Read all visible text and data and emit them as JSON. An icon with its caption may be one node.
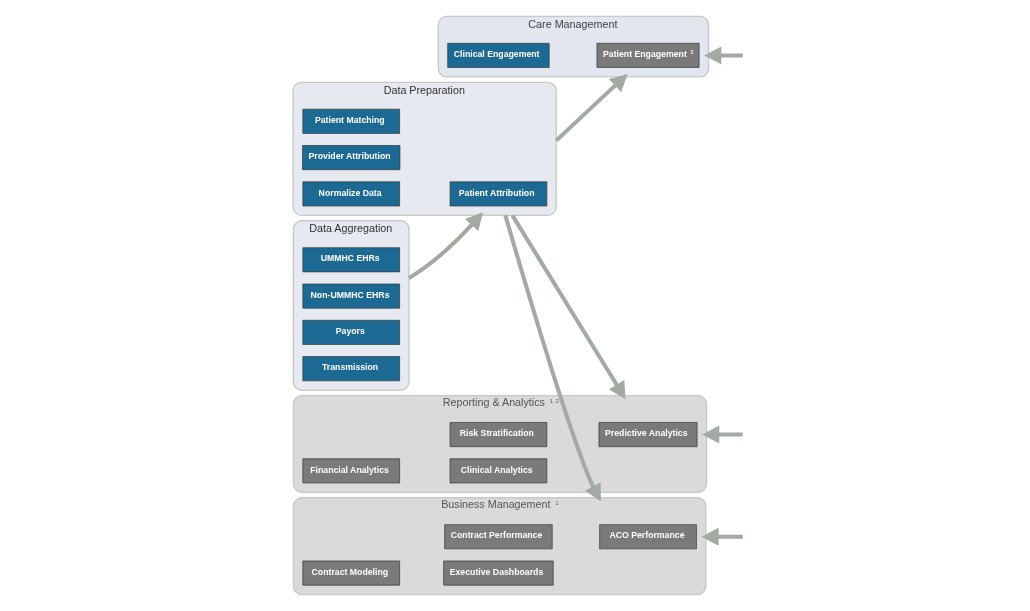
{
  "diagram": {
    "nodes": [
      {
        "text": [
          "Data Aggregation"
        ]
      },
      {
        "text": [
          "UMMHC EHRs"
        ],
        "in": 0
      },
      {
        "text": [
          "Non-UMMHC EHRs"
        ],
        "in": 0
      },
      {
        "text": [
          "Payors"
        ],
        "in": 0
      },
      {
        "text": [
          "Transmission"
        ],
        "in": 0
      },
      {
        "text": [
          "Data Preparation"
        ]
      },
      {
        "text": [
          "Patient Matching"
        ],
        "in": 5
      },
      {
        "text": [
          "Patient Attribution"
        ],
        "in": 5
      },
      {
        "text": [
          "Provider Attribution"
        ],
        "in": 5
      },
      {
        "text": [
          "Normalize Data"
        ],
        "in": 5
      },
      {
        "text": [
          "Care Management"
        ]
      },
      {
        "text": [
          "Clinical Engagement"
        ],
        "in": 10
      },
      {
        "text": [
          "Patient Engagement$^{1}$"
        ],
        "in": 10
      },
      {
        "text": [
          "Reporting & Analytics $^{1, 2}$"
        ]
      },
      {
        "text": [
          "Risk Stratification"
        ],
        "in": 13
      },
      {
        "text": [
          "Predictive Analytics"
        ],
        "in": 13
      },
      {
        "text": [
          "Financial Analytics"
        ],
        "in": 13
      },
      {
        "text": [
          "Clinical Analytics"
        ],
        "in": 13
      },
      {
        "text": [
          "Business Management $^{1}$"
        ]
      },
      {
        "text": [
          "Contract Performance"
        ],
        "in": 18
      },
      {
        "text": [
          "ACO Performance"
        ],
        "in": 18
      },
      {
        "text": [
          "Contract Modeling"
        ],
        "in": 18
      },
      {
        "text": [
          "Executive Dashboards"
        ],
        "in": 18
      }
    ],
    "edges": [
      {
        "from": 0,
        "to": 5,
        "arrow": "to"
      },
      {
        "from": 5,
        "to": 10,
        "arrow": "to"
      },
      {
        "from": 5,
        "to": 13,
        "arrow": "to"
      },
      {
        "from": 5,
        "to": 18,
        "arrow": "to"
      },
      {
        "from": null,
        "to": 10,
        "arrow": "to"
      },
      {
        "from": null,
        "to": 13,
        "arrow": "to"
      },
      {
        "from": null,
        "to": 18,
        "arrow": "to"
      }
    ]
  }
}
